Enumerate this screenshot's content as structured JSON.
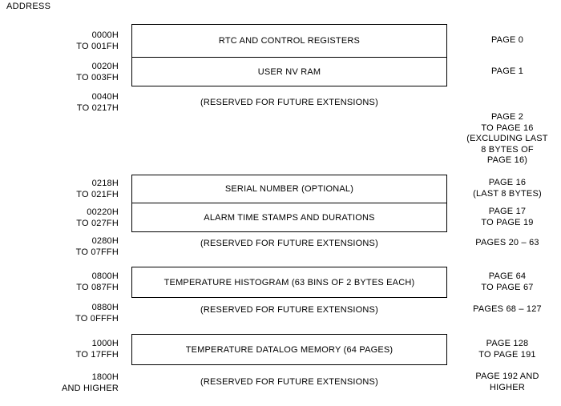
{
  "diagram": {
    "header_label": "ADDRESS",
    "rows": [
      {
        "address": "0000H\nTO 001FH",
        "description": "RTC AND CONTROL REGISTERS",
        "pages": "PAGE 0",
        "boxed": true
      },
      {
        "address": "0020H\nTO 003FH",
        "description": "USER NV RAM",
        "pages": "PAGE 1",
        "boxed": true
      },
      {
        "address": "0040H\nTO 0217H",
        "description": "(RESERVED FOR FUTURE EXTENSIONS)",
        "pages": "PAGE 2\nTO PAGE 16\n(EXCLUDING LAST\n8 BYTES OF\nPAGE 16)",
        "boxed": false
      },
      {
        "address": "0218H\nTO 021FH",
        "description": "SERIAL NUMBER (OPTIONAL)",
        "pages": "PAGE 16\n(LAST 8 BYTES)",
        "boxed": true
      },
      {
        "address": "00220H\nTO 027FH",
        "description": "ALARM TIME STAMPS AND DURATIONS",
        "pages": "PAGE 17\nTO PAGE 19",
        "boxed": true
      },
      {
        "address": "0280H\nTO 07FFH",
        "description": "(RESERVED FOR FUTURE EXTENSIONS)",
        "pages": "PAGES 20 – 63",
        "boxed": false
      },
      {
        "address": "0800H\nTO 087FH",
        "description": "TEMPERATURE HISTOGRAM (63 BINS OF 2 BYTES EACH)",
        "pages": "PAGE 64\nTO PAGE 67",
        "boxed": true
      },
      {
        "address": "0880H\nTO 0FFFH",
        "description": "(RESERVED FOR FUTURE EXTENSIONS)",
        "pages": "PAGES 68 – 127",
        "boxed": false
      },
      {
        "address": "1000H\nTO 17FFH",
        "description": "TEMPERATURE DATALOG MEMORY (64 PAGES)",
        "pages": "PAGE 128\nTO PAGE 191",
        "boxed": true
      },
      {
        "address": "1800H\nAND HIGHER",
        "description": "(RESERVED FOR FUTURE EXTENSIONS)",
        "pages": "PAGE 192 AND\nHIGHER",
        "boxed": false
      }
    ]
  }
}
